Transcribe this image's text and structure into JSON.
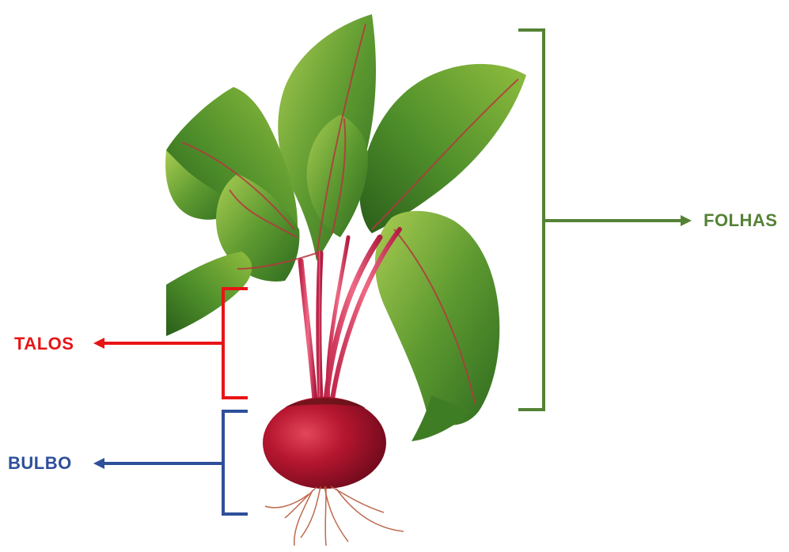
{
  "labels": {
    "folhas": "FOLHAS",
    "talos": "TALOS",
    "bulbo": "BULBO"
  },
  "colors": {
    "folhas": "#548235",
    "talos": "#e81416",
    "bulbo": "#2e4f9a",
    "leaf_dark": "#2f6b1f",
    "leaf_mid": "#4f8f2c",
    "leaf_light": "#9cc246",
    "vein": "#b5373f",
    "stem": "#d83a5c",
    "bulb": "#b01530",
    "root": "#c0603a"
  },
  "illustration": {
    "subject": "beet-plant",
    "icon": "beet-icon"
  }
}
